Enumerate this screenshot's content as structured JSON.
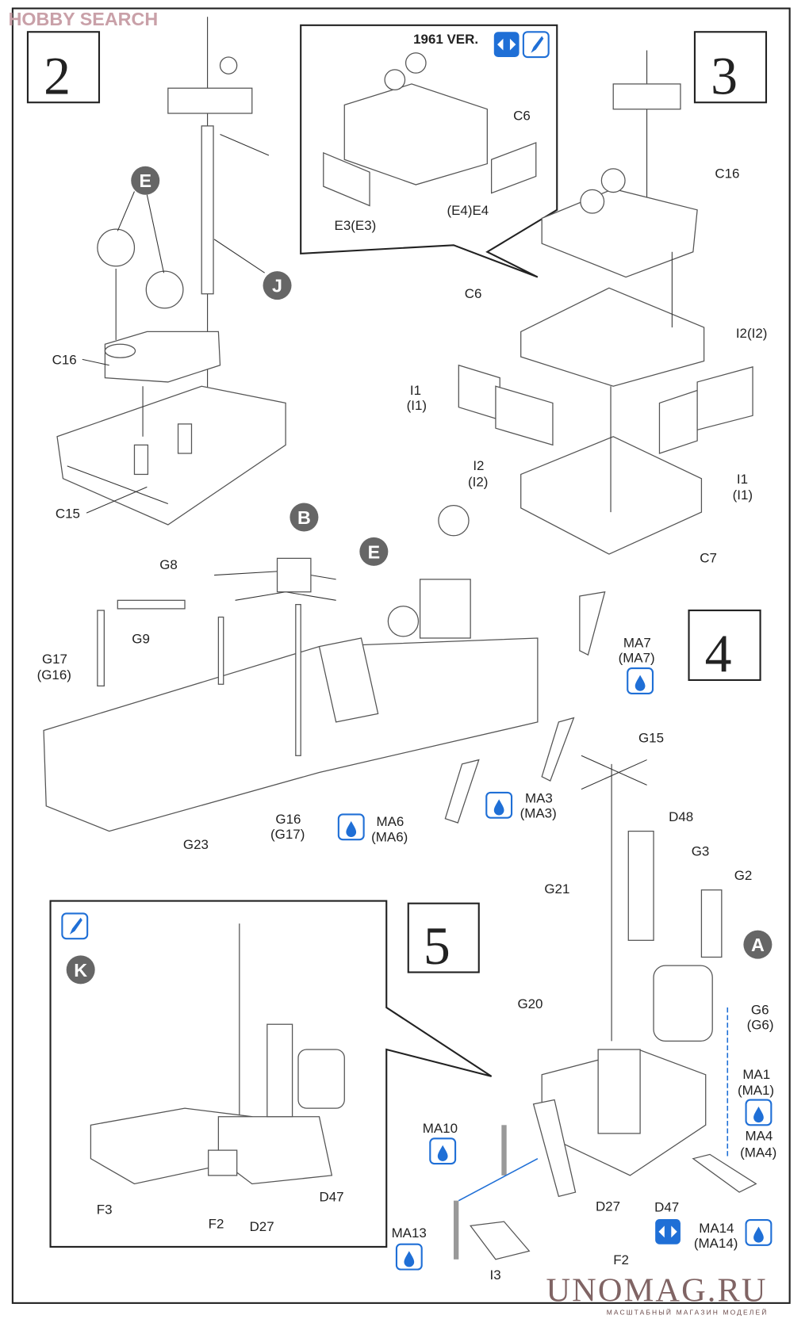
{
  "watermarks": {
    "top": "HOBBY SEARCH",
    "bottom": "UNOMAG.RU",
    "bottom_sub": "МАСШТАБНЫЙ МАГАЗИН МОДЕЛЕЙ"
  },
  "colors": {
    "icon_blue": "#1f6fd6",
    "badge_gray": "#666666"
  },
  "step2": {
    "number": "2",
    "badges": [
      "E",
      "J"
    ],
    "labels": {
      "c16": "C16",
      "c15": "C15"
    }
  },
  "inset_1961": {
    "title": "1961 VER.",
    "icons": [
      "both-sides-icon",
      "brush-icon"
    ],
    "labels": {
      "c6": "C6",
      "e3": "E3(E3)",
      "e4": "(E4)E4"
    }
  },
  "step3": {
    "number": "3",
    "labels": {
      "c16": "C16",
      "c6": "C6",
      "i2_right": "I2(I2)",
      "i1_left_a": "I1",
      "i1_left_b": "(I1)",
      "i2_a": "I2",
      "i2_b": "(I2)",
      "i1_right_a": "I1",
      "i1_right_b": "(I1)",
      "c7": "C7"
    }
  },
  "step4": {
    "number": "4",
    "badges": [
      "B",
      "E"
    ],
    "labels": {
      "g8": "G8",
      "g9": "G9",
      "g17_a": "G17",
      "g17_b": "(G16)",
      "g23": "G23",
      "g16_a": "G16",
      "g16_b": "(G17)",
      "ma6_a": "MA6",
      "ma6_b": "(MA6)",
      "ma3_a": "MA3",
      "ma3_b": "(MA3)",
      "ma7_a": "MA7",
      "ma7_b": "(MA7)"
    }
  },
  "step5": {
    "number": "5",
    "badges": [
      "K",
      "A"
    ],
    "inset_labels": {
      "f3": "F3",
      "f2": "F2",
      "d27": "D27",
      "d47": "D47"
    },
    "labels": {
      "g15": "G15",
      "d48": "D48",
      "g3": "G3",
      "g2": "G2",
      "g21": "G21",
      "g20": "G20",
      "g6_a": "G6",
      "g6_b": "(G6)",
      "ma1_a": "MA1",
      "ma1_b": "(MA1)",
      "ma4_a": "MA4",
      "ma4_b": "(MA4)",
      "ma10": "MA10",
      "d27": "D27",
      "d47": "D47",
      "ma14_a": "MA14",
      "ma14_b": "(MA14)",
      "ma13": "MA13",
      "i3": "I3",
      "f2": "F2"
    }
  }
}
